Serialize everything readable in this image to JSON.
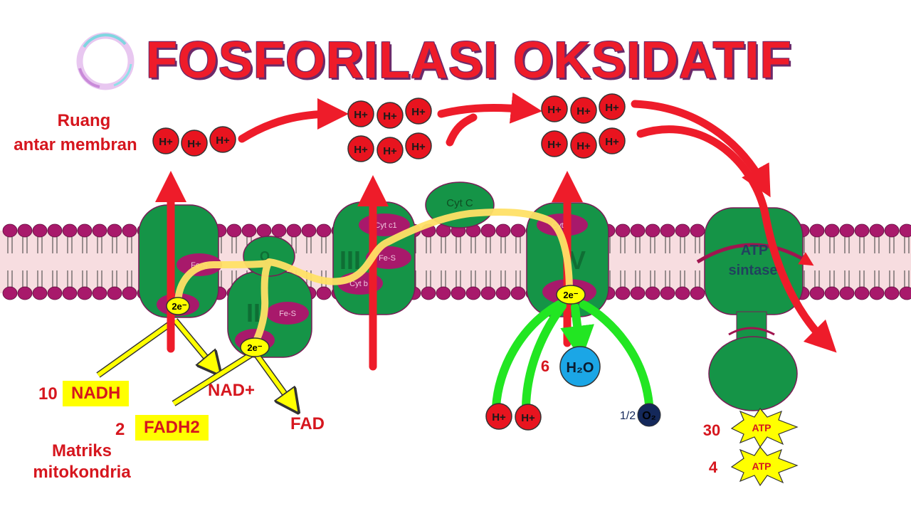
{
  "title": "FOSFORILASI OKSIDATIF",
  "labels": {
    "intermembrane_line1": "Ruang",
    "intermembrane_line2": "antar membran",
    "matrix_line1": "Matriks",
    "matrix_line2": "mitokondria",
    "nadh_count": "10",
    "nadh": "NADH",
    "fadh2_count": "2",
    "fadh2": "FADH2",
    "nad_plus": "NAD+",
    "fad": "FAD",
    "water_count": "6",
    "water": "H₂O",
    "half": "1/2",
    "oxygen": "O₂",
    "atp_count_1": "30",
    "atp_count_2": "4",
    "atp": "ATP"
  },
  "complexes": {
    "c1_fes": "Fe-S",
    "c2_roman": "II",
    "c2_fes": "Fe-S",
    "q": "Q",
    "c3_roman": "III",
    "c3_cytc1": "Cyt c1",
    "c3_fes": "Fe-S",
    "c3_cytb": "Cyt b",
    "cytc": "Cyt C",
    "c4_roman": "IV",
    "c4_cyta": "Cyt a",
    "atp_synthase_line1": "ATP",
    "atp_synthase_line2": "sintase"
  },
  "electrons": {
    "label": "2e⁻"
  },
  "proton": {
    "label": "H+"
  },
  "colors": {
    "title": "#ee1c2a",
    "membrane_bg": "#f7dde0",
    "lipid_head": "#a8196b",
    "complex": "#159447",
    "cofactor": "#a8196b",
    "proton_arrow": "#ee1c2a",
    "electron_path": "#ffe066",
    "water": "#1ba6e6",
    "oxygen": "#14285a",
    "green_flow": "#22e622",
    "atp_star": "#ffff00"
  }
}
